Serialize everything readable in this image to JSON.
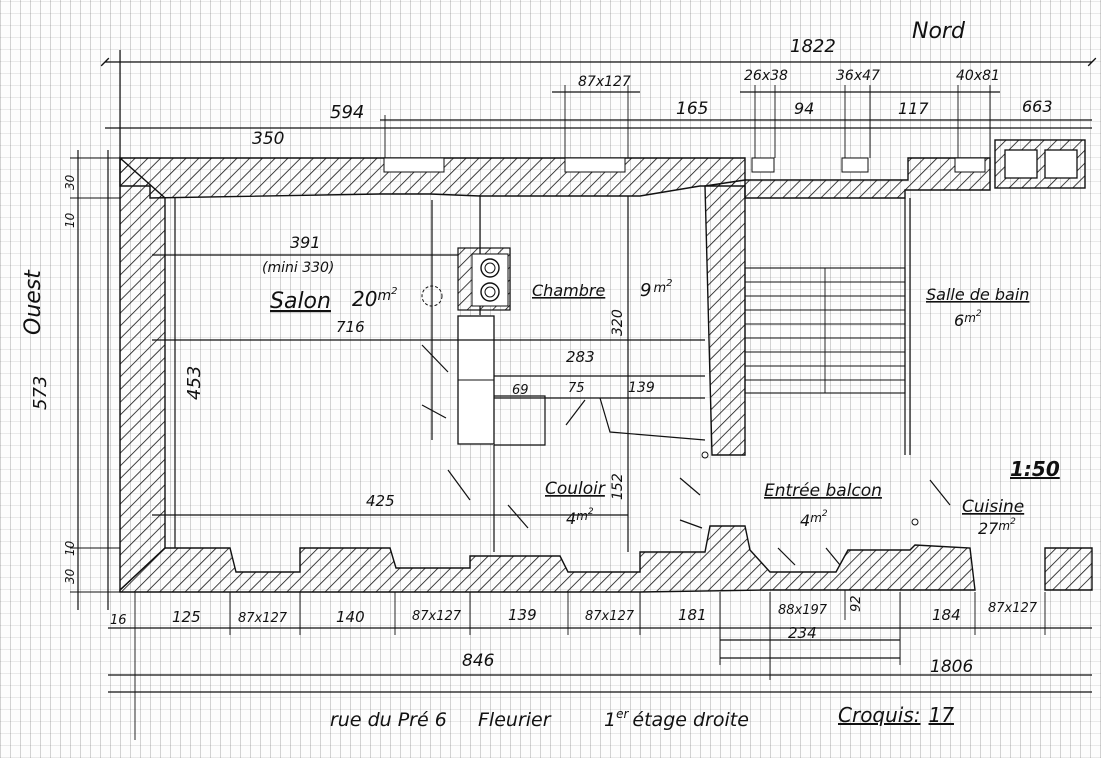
{
  "directions": {
    "north": "Nord",
    "west": "Ouest"
  },
  "rooms": {
    "salon": {
      "name": "Salon",
      "area": "20",
      "width": "391",
      "min_width": "(mini 330)"
    },
    "chambre": {
      "name": "Chambre",
      "area": "9"
    },
    "salle_de_bain": {
      "name": "Salle de bain",
      "area": "6"
    },
    "couloir": {
      "name": "Couloir",
      "area": "4"
    },
    "entree_balcon": {
      "name": "Entrée balcon",
      "area": "4"
    },
    "cuisine": {
      "name": "Cuisine",
      "area": "27"
    },
    "area_unit_base": "m",
    "area_unit_exp": "2"
  },
  "dimensions_top": {
    "total": "1822",
    "d594": "594",
    "d350": "350",
    "w1": "87x127",
    "d165": "165",
    "w2": "26x38",
    "d94": "94",
    "w3": "36x47",
    "d117": "117",
    "w4": "40x81",
    "d663": "663"
  },
  "dimensions_left": {
    "d573": "573",
    "d10": "10",
    "d30a": "30",
    "d453": "453",
    "d30b": "30",
    "d10b": "10"
  },
  "dimensions_interior": {
    "d716": "716",
    "d320": "320",
    "d283": "283",
    "d69": "69",
    "d75": "75",
    "d139": "139",
    "d425": "425",
    "d152": "152"
  },
  "dimensions_bottom": {
    "d16": "16",
    "d125": "125",
    "w5": "87x127",
    "d140": "140",
    "w6": "87x127",
    "d139": "139",
    "w7": "87x127",
    "d181": "181",
    "w8": "88x197",
    "d92": "92",
    "d184": "184",
    "w9": "87x127",
    "d234": "234",
    "d846": "846",
    "d1806": "1806"
  },
  "scale": "1:50",
  "caption": {
    "address": "rue du Pré 6",
    "town": "Fleurier",
    "floor_ord": "1",
    "floor_sup": "er",
    "floor_word": "étage",
    "floor_side": "droite",
    "sketch_label": "Croquis:",
    "sketch_number": "17"
  }
}
